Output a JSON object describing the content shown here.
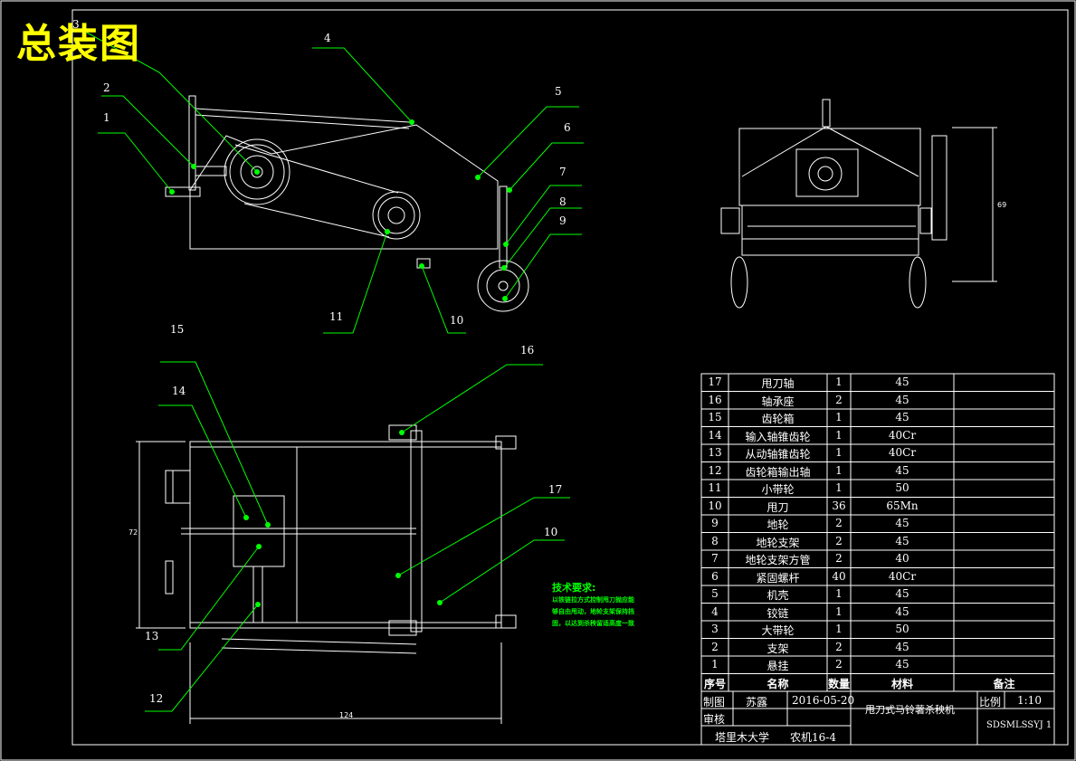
{
  "title": "总装图",
  "callouts": [
    "1",
    "2",
    "3",
    "4",
    "5",
    "6",
    "7",
    "8",
    "9",
    "10",
    "11",
    "15",
    "14",
    "16",
    "17",
    "10",
    "13",
    "12"
  ],
  "dimensions": {
    "front_height": "69",
    "plan_height": "72",
    "plan_width": "124"
  },
  "tech_requirements": {
    "heading": "技术要求:",
    "lines": [
      "以铁链拉方式控制甩刀抛应能",
      "够自由甩动，地轮支架保持挡",
      "固，以达到杀秧留适高度一致"
    ]
  },
  "bom": {
    "header": [
      "序号",
      "名称",
      "数量",
      "材料",
      "备注"
    ],
    "rows": [
      [
        "17",
        "甩刀轴",
        "1",
        "45",
        ""
      ],
      [
        "16",
        "轴承座",
        "2",
        "45",
        ""
      ],
      [
        "15",
        "齿轮箱",
        "1",
        "45",
        ""
      ],
      [
        "14",
        "输入轴锥齿轮",
        "1",
        "40Cr",
        ""
      ],
      [
        "13",
        "从动轴锥齿轮",
        "1",
        "40Cr",
        ""
      ],
      [
        "12",
        "齿轮箱输出轴",
        "1",
        "45",
        ""
      ],
      [
        "11",
        "小带轮",
        "1",
        "50",
        ""
      ],
      [
        "10",
        "甩刀",
        "36",
        "65Mn",
        ""
      ],
      [
        "9",
        "地轮",
        "2",
        "45",
        ""
      ],
      [
        "8",
        "地轮支架",
        "2",
        "45",
        ""
      ],
      [
        "7",
        "地轮支架方管",
        "2",
        "40",
        ""
      ],
      [
        "6",
        "紧固螺杆",
        "40",
        "40Cr",
        ""
      ],
      [
        "5",
        "机壳",
        "1",
        "45",
        ""
      ],
      [
        "4",
        "铰链",
        "1",
        "45",
        ""
      ],
      [
        "3",
        "大带轮",
        "1",
        "50",
        ""
      ],
      [
        "2",
        "支架",
        "2",
        "45",
        ""
      ],
      [
        "1",
        "悬挂",
        "2",
        "45",
        ""
      ]
    ]
  },
  "title_block": {
    "drawn_label": "制图",
    "drawn_by": "苏露",
    "date": "2016-05-20",
    "checked_label": "审核",
    "machine_name": "甩刀式马铃薯杀秧机",
    "scale_label": "比例",
    "scale": "1:10",
    "school": "塔里木大学",
    "class": "农机16-4",
    "drawing_no": "SDSMLSSYJ 1"
  }
}
